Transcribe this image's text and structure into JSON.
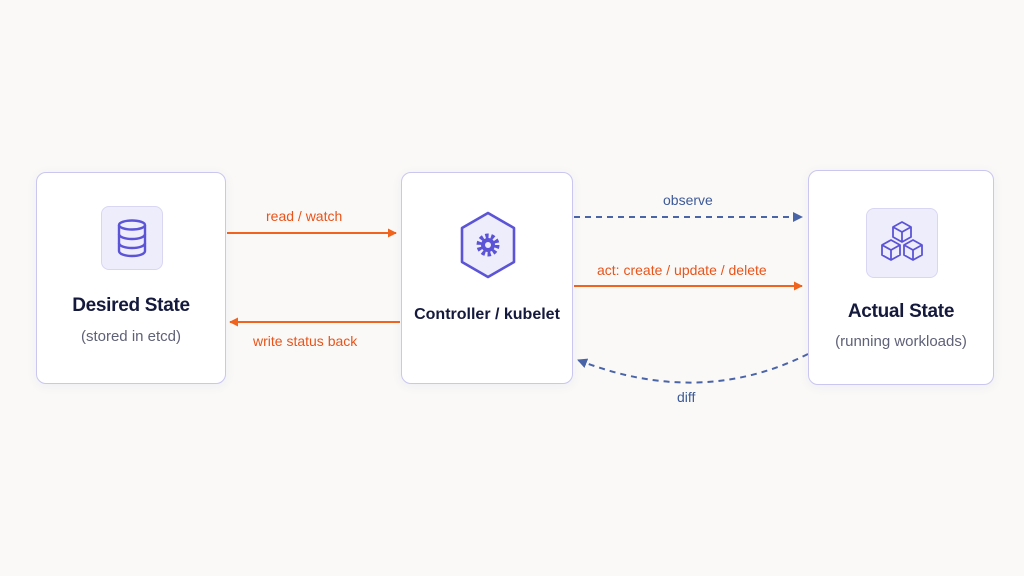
{
  "nodes": {
    "desired": {
      "title": "Desired State",
      "subtitle": "(stored in etcd)",
      "icon": "database-icon"
    },
    "controller": {
      "title": "Controller / kubelet",
      "icon": "gear-hexagon-icon"
    },
    "actual": {
      "title": "Actual State",
      "subtitle": "(running workloads)",
      "icon": "cubes-icon"
    }
  },
  "edges": {
    "read_watch": "read / watch",
    "write_status": "write status back",
    "observe": "observe",
    "act": "act: create / update / delete",
    "diff": "diff"
  },
  "colors": {
    "accent": "#5b54d6",
    "orange": "#f0641e",
    "blue": "#4a64a8",
    "node_border": "#c9c6f0",
    "background": "#faf9f7"
  }
}
